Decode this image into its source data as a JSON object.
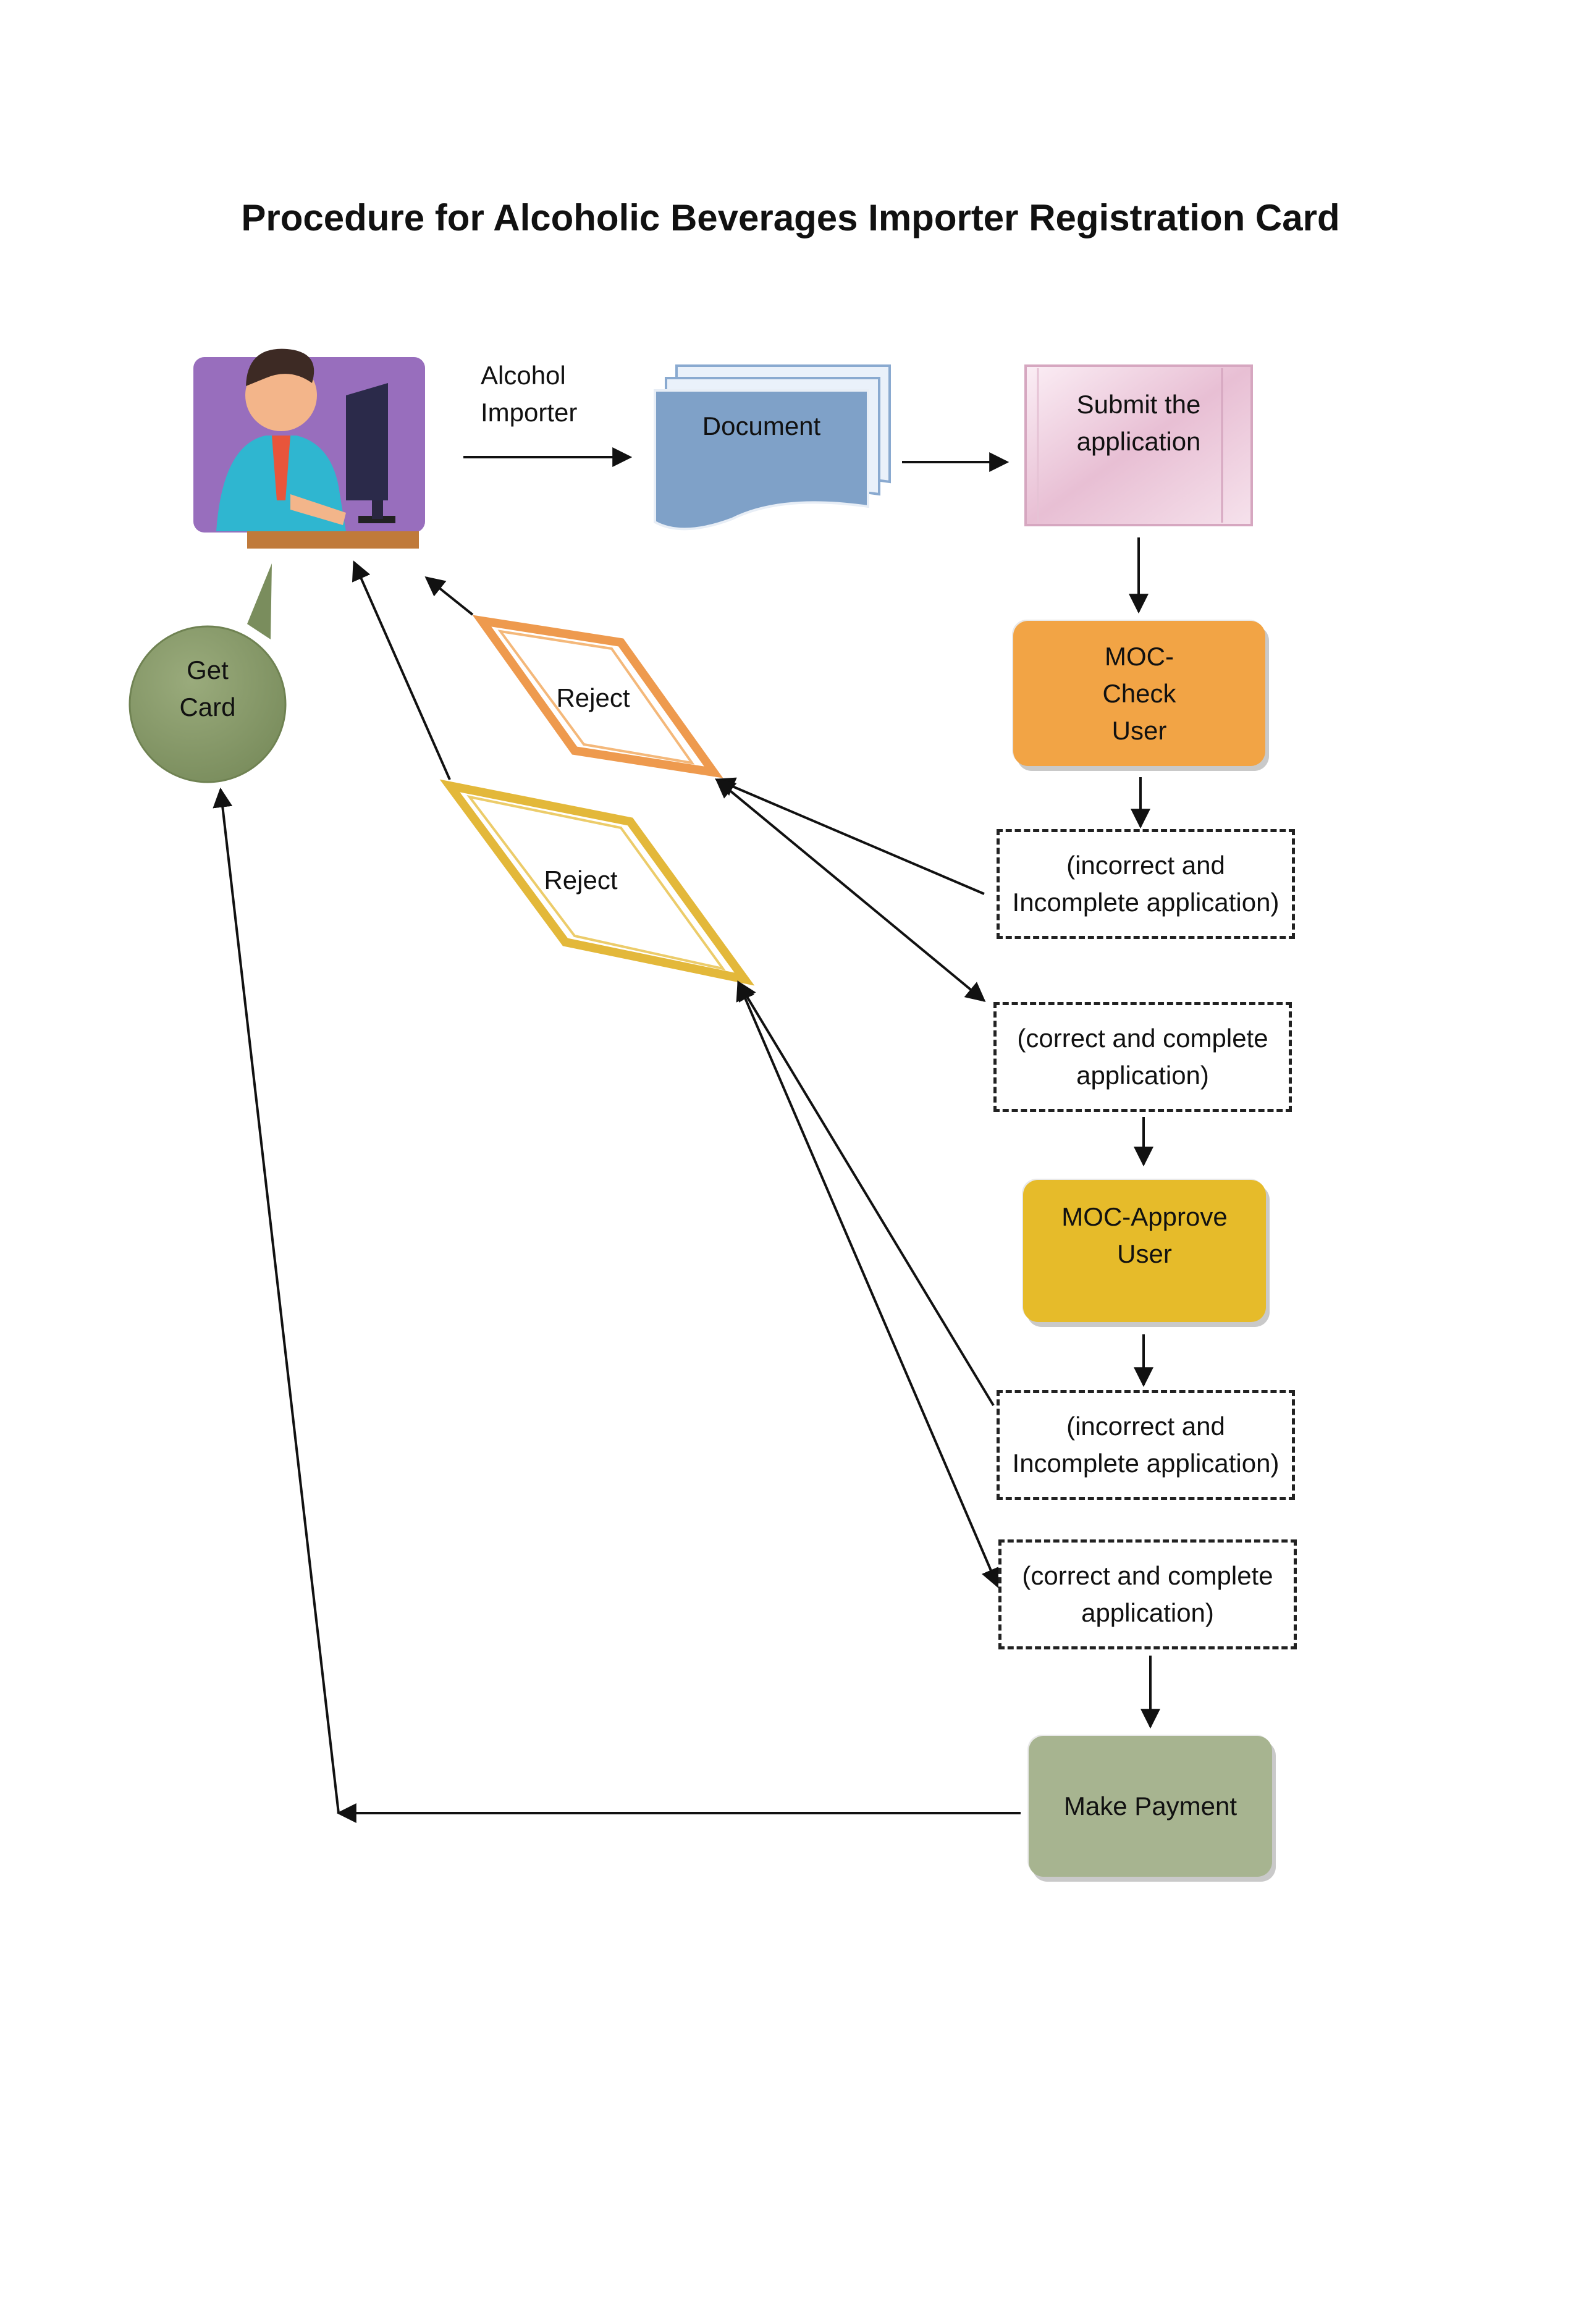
{
  "title": "Procedure for Alcoholic Beverages Importer Registration Card",
  "actor_label": "Alcohol\nImporter",
  "nodes": {
    "document": "Document",
    "submit": "Submit the\napplication",
    "moc_check": "MOC-\nCheck\nUser",
    "check_incorrect": "(incorrect and\nIncomplete application)",
    "check_correct": "(correct and complete\napplication)",
    "moc_approve": "MOC-Approve\nUser",
    "approve_incorrect": "(incorrect and\nIncomplete application)",
    "approve_correct": "(correct and complete\napplication)",
    "payment": "Make Payment",
    "reject_1": "Reject",
    "reject_2": "Reject",
    "get_card": "Get\nCard"
  },
  "colors": {
    "orange": "#f2a445",
    "yellow": "#e6bb2a",
    "green": "#a7b490",
    "doc_blue": "#7fa1c8",
    "submit_pink": "#f0cfe0",
    "card_green": "#899c6b",
    "reject_orange": "#ee9a4e",
    "reject_yellow": "#e3b83a"
  },
  "icons": {
    "actor": "person-at-computer-icon"
  }
}
